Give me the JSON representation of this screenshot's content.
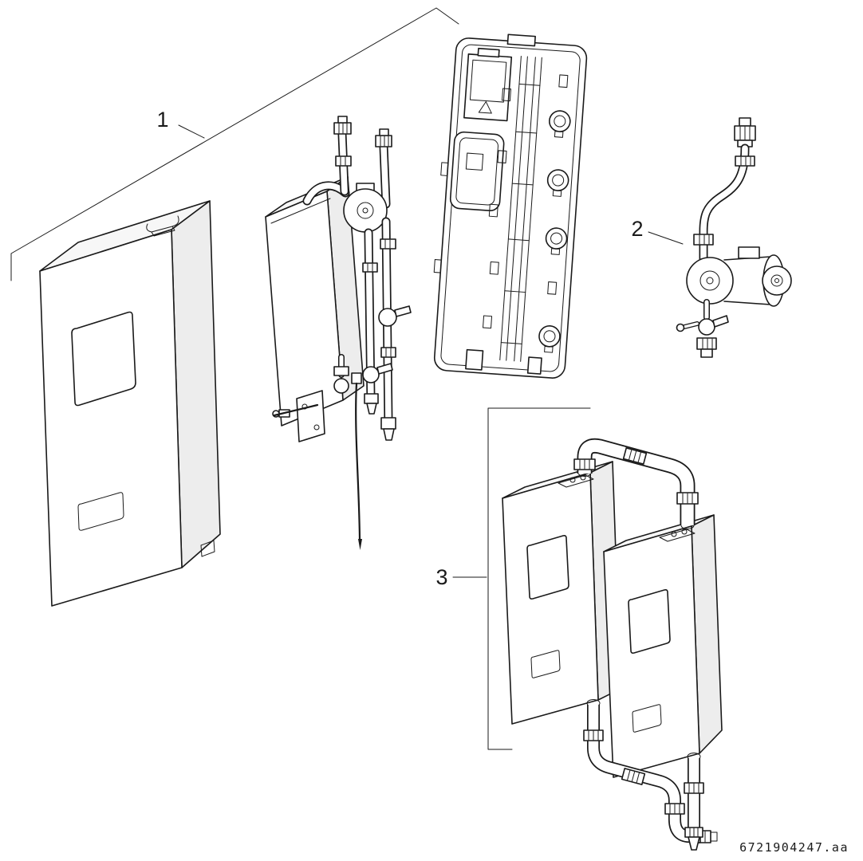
{
  "diagram": {
    "document_code": "6721904247.aa",
    "callouts": [
      {
        "label": "1"
      },
      {
        "label": "2"
      },
      {
        "label": "3"
      }
    ],
    "colors": {
      "line": "#1a1a1a",
      "background": "#ffffff",
      "shade_side": "#ededed",
      "shade_top": "#f7f7f7"
    }
  }
}
